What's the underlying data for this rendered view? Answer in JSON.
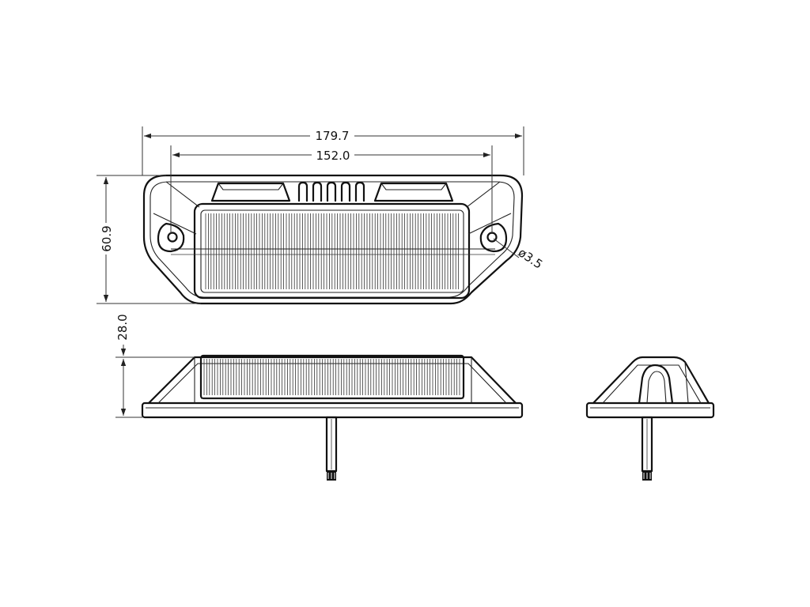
{
  "dimensions": {
    "overall_width": "179.7",
    "mounting_hole_spacing": "152.0",
    "height": "60.9",
    "depth": "28.0",
    "hole_diameter": "ø3.5"
  },
  "views": [
    "front-view",
    "side-view",
    "end-view"
  ]
}
